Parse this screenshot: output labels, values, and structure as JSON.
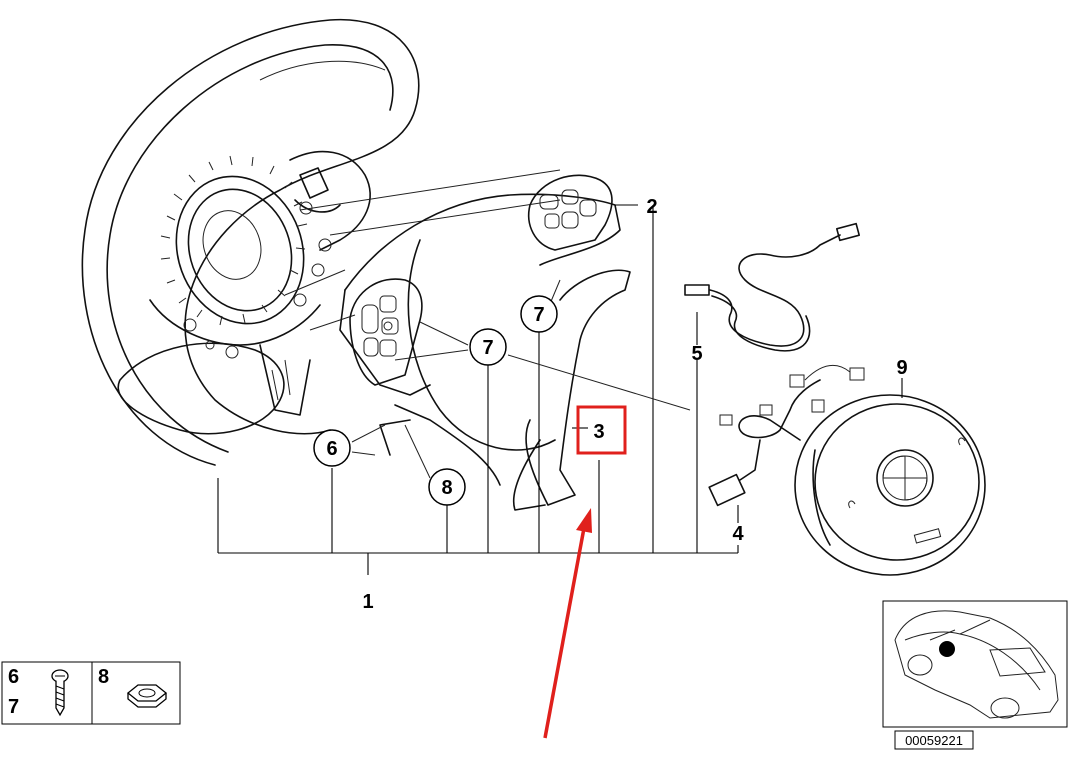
{
  "callouts": {
    "c1": "1",
    "c2": "2",
    "c3": "3",
    "c4": "4",
    "c5": "5",
    "c6": "6",
    "c7a": "7",
    "c7b": "7",
    "c8": "8",
    "c9": "9"
  },
  "legend": {
    "left_top": "6",
    "left_bottom": "7",
    "right": "8"
  },
  "reference_code": "00059221",
  "colors": {
    "highlight_box": "#e0201c",
    "arrow": "#e0201c",
    "line_art": "#111111",
    "background": "#ffffff"
  }
}
